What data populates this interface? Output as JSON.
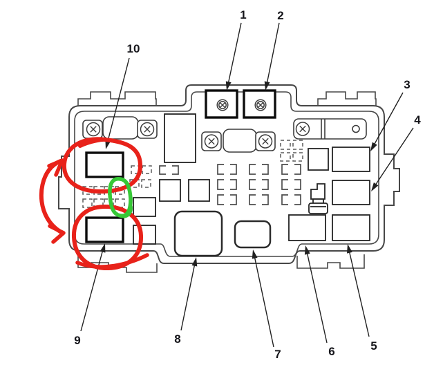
{
  "figure": {
    "kind": "fuse-relay-box-callout-diagram",
    "callouts": [
      {
        "num": "1"
      },
      {
        "num": "2"
      },
      {
        "num": "3"
      },
      {
        "num": "4"
      },
      {
        "num": "5"
      },
      {
        "num": "6"
      },
      {
        "num": "7"
      },
      {
        "num": "8"
      },
      {
        "num": "9"
      },
      {
        "num": "10"
      }
    ],
    "colors": {
      "case_line": "#474747",
      "component_line": "#232323",
      "label_text": "#15151a",
      "red_annotation": "#e8221a",
      "green_annotation": "#36c836"
    },
    "annotations": [
      {
        "shape": "hand-drawn-ellipse",
        "color": "red",
        "around_callout": "10"
      },
      {
        "shape": "hand-drawn-ellipse",
        "color": "red",
        "around_callout": "9"
      },
      {
        "shape": "hand-drawn-curved-double-arrow",
        "color": "red",
        "position": "left-edge"
      },
      {
        "shape": "hand-drawn-oval",
        "color": "green",
        "position": "between-callouts-10-and-9"
      }
    ]
  }
}
